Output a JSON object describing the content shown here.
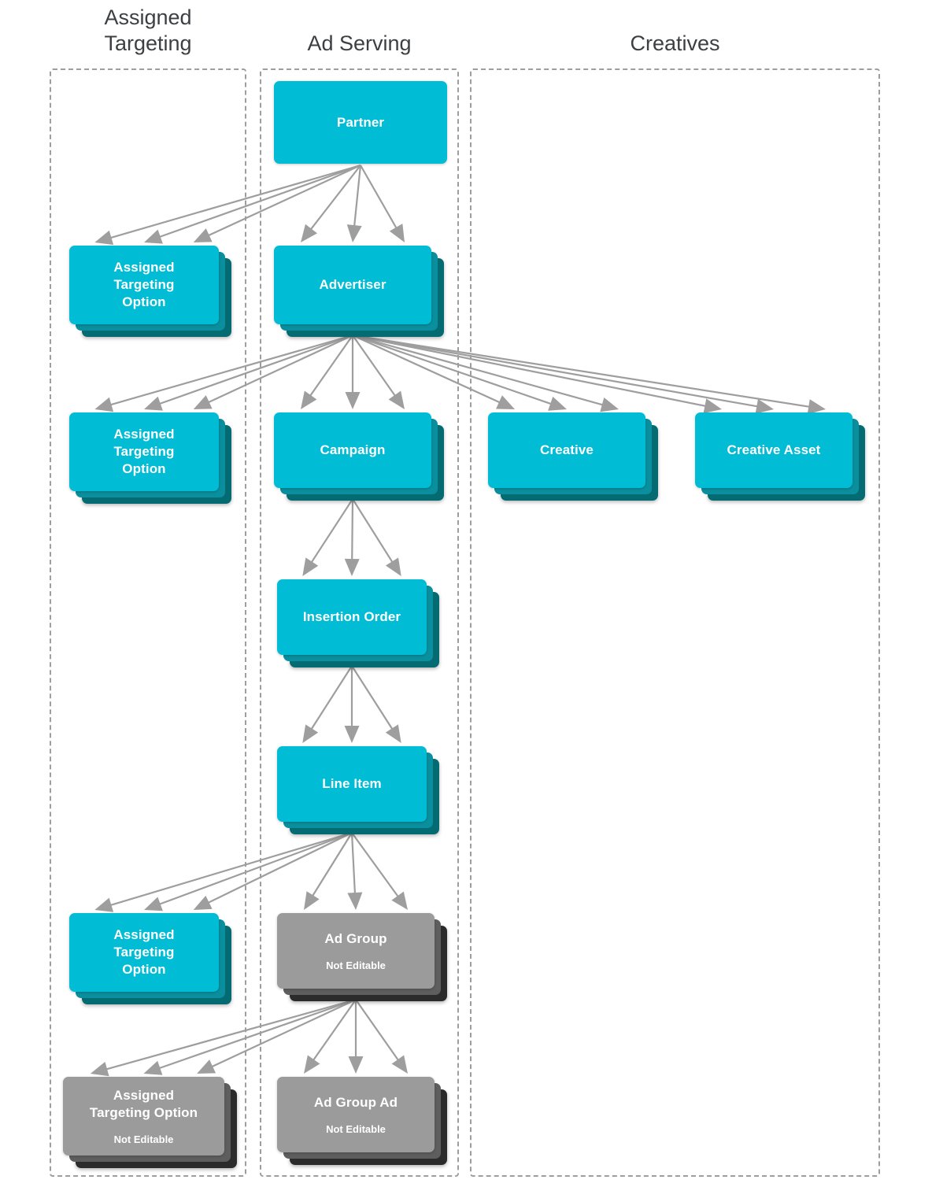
{
  "diagram": {
    "title_color": "#3c4043",
    "accent_cyan": "#00bcd4",
    "accent_cyan_mid": "#0a8f9e",
    "accent_cyan_dark": "#046b72",
    "gray_front": "#9b9b9b",
    "gray_mid": "#5e5e5e",
    "gray_dark": "#2b2b2b",
    "arrow_color": "#9e9e9e",
    "border_color": "#9e9e9e"
  },
  "columns": [
    {
      "id": "assigned-targeting",
      "title": "Assigned\nTargeting",
      "title_line1": "Assigned",
      "title_line2": "Targeting"
    },
    {
      "id": "ad-serving",
      "title": "Ad Serving"
    },
    {
      "id": "creatives",
      "title": "Creatives"
    }
  ],
  "nodes": [
    {
      "id": "partner",
      "label": "Partner",
      "sublabel": "",
      "style": "plain",
      "column": "ad-serving"
    },
    {
      "id": "ato-partner",
      "label": "Assigned Targeting Option",
      "sublabel": "",
      "style": "cyan",
      "column": "assigned-targeting"
    },
    {
      "id": "advertiser",
      "label": "Advertiser",
      "sublabel": "",
      "style": "cyan",
      "column": "ad-serving"
    },
    {
      "id": "ato-advertiser",
      "label": "Assigned Targeting Option",
      "sublabel": "",
      "style": "cyan",
      "column": "assigned-targeting"
    },
    {
      "id": "campaign",
      "label": "Campaign",
      "sublabel": "",
      "style": "cyan",
      "column": "ad-serving"
    },
    {
      "id": "creative",
      "label": "Creative",
      "sublabel": "",
      "style": "cyan",
      "column": "creatives"
    },
    {
      "id": "creative-asset",
      "label": "Creative Asset",
      "sublabel": "",
      "style": "cyan",
      "column": "creatives"
    },
    {
      "id": "insertion-order",
      "label": "Insertion Order",
      "sublabel": "",
      "style": "cyan",
      "column": "ad-serving"
    },
    {
      "id": "line-item",
      "label": "Line Item",
      "sublabel": "",
      "style": "cyan",
      "column": "ad-serving"
    },
    {
      "id": "ato-line-item",
      "label": "Assigned Targeting Option",
      "sublabel": "",
      "style": "cyan",
      "column": "assigned-targeting"
    },
    {
      "id": "ad-group",
      "label": "Ad Group",
      "sublabel": "Not Editable",
      "style": "gray",
      "column": "ad-serving"
    },
    {
      "id": "ato-ad-group",
      "label": "Assigned Targeting Option",
      "sublabel": "Not Editable",
      "style": "gray",
      "column": "assigned-targeting"
    },
    {
      "id": "ad-group-ad",
      "label": "Ad Group Ad",
      "sublabel": "Not Editable",
      "style": "gray",
      "column": "ad-serving"
    }
  ],
  "edges": [
    {
      "from": "partner",
      "to": "ato-partner"
    },
    {
      "from": "partner",
      "to": "advertiser"
    },
    {
      "from": "advertiser",
      "to": "ato-advertiser"
    },
    {
      "from": "advertiser",
      "to": "campaign"
    },
    {
      "from": "advertiser",
      "to": "creative"
    },
    {
      "from": "advertiser",
      "to": "creative-asset"
    },
    {
      "from": "campaign",
      "to": "insertion-order"
    },
    {
      "from": "insertion-order",
      "to": "line-item"
    },
    {
      "from": "line-item",
      "to": "ato-line-item"
    },
    {
      "from": "line-item",
      "to": "ad-group"
    },
    {
      "from": "ad-group",
      "to": "ato-ad-group"
    },
    {
      "from": "ad-group",
      "to": "ad-group-ad"
    }
  ]
}
